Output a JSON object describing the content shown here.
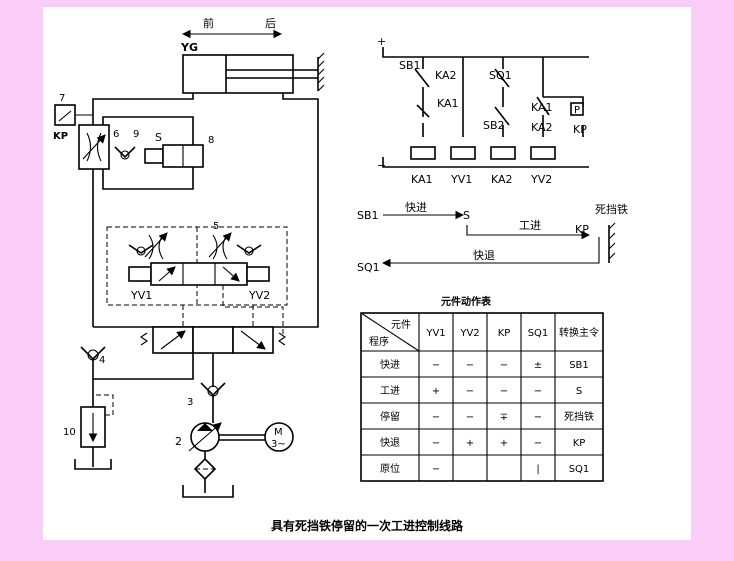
{
  "caption": "具有死挡铁停留的一次工进控制线路",
  "hydraulic": {
    "direction_forward": "前",
    "direction_back": "后",
    "cylinder": "YG",
    "item_7": "7",
    "kp": "KP",
    "item_6": "6",
    "item_9": "9",
    "item_8": "8",
    "s": "S",
    "item_5": "5",
    "yv1": "YV1",
    "yv2": "YV2",
    "item_4": "4",
    "item_3": "3",
    "item_2": "2",
    "motor": "M",
    "motor_sub": "3~",
    "item_10": "10"
  },
  "electrical": {
    "plus": "+",
    "minus": "−",
    "sb1": "SB1",
    "ka2_top": "KA2",
    "sq1": "SQ1",
    "ka1_mid": "KA1",
    "sb2": "SB2",
    "ka1_right": "KA1",
    "ka2_right": "KA2",
    "p_box": "P",
    "kp": "KP",
    "coils": [
      "KA1",
      "YV1",
      "KA2",
      "YV2"
    ]
  },
  "flow": {
    "sb1": "SB1",
    "fast_forward": "快进",
    "s": "S",
    "work_feed": "工进",
    "kp": "KP",
    "dead_stop": "死挡铁",
    "fast_return": "快退",
    "sq1": "SQ1"
  },
  "table": {
    "title": "元件动作表",
    "corner_top": "元件",
    "corner_bottom": "程序",
    "headers": [
      "YV1",
      "YV2",
      "KP",
      "SQ1",
      "转换主令"
    ],
    "rows": [
      {
        "name": "快进",
        "cells": [
          "−",
          "−",
          "−",
          "±",
          "SB1"
        ]
      },
      {
        "name": "工进",
        "cells": [
          "+",
          "−",
          "−",
          "−",
          "S"
        ]
      },
      {
        "name": "停留",
        "cells": [
          "−",
          "−",
          "∓",
          "−",
          "死挡铁"
        ]
      },
      {
        "name": "快退",
        "cells": [
          "−",
          "+",
          "+",
          "−",
          "KP"
        ]
      },
      {
        "name": "原位",
        "cells": [
          "−",
          "",
          "",
          "|",
          "SQ1"
        ]
      }
    ]
  }
}
